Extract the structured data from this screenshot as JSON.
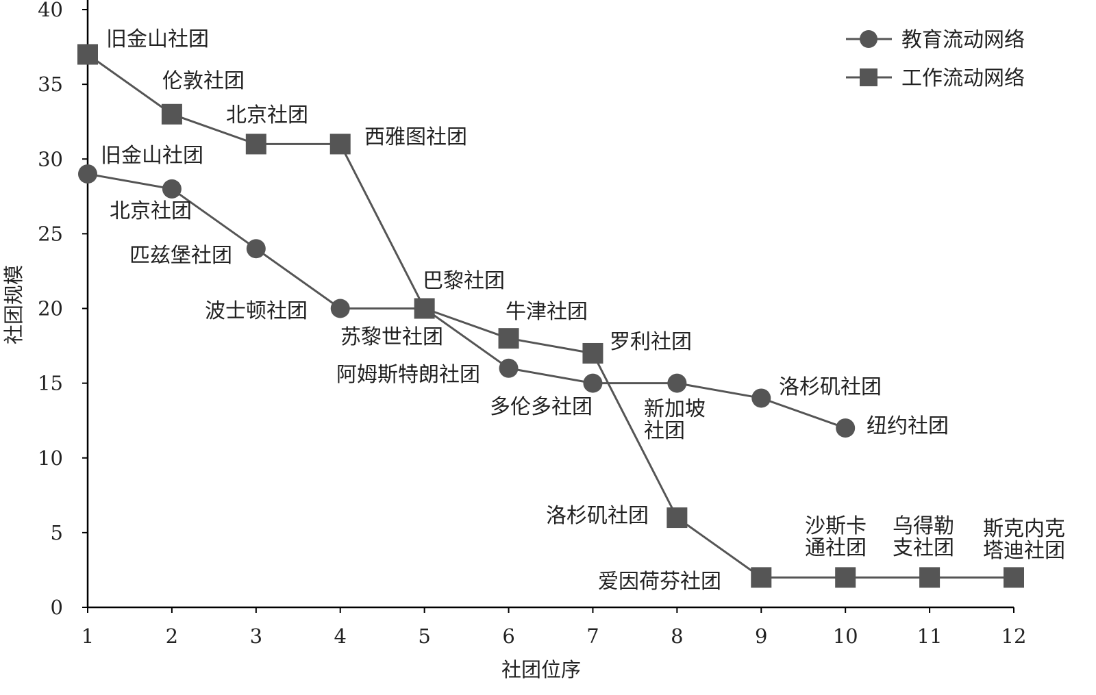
{
  "chart_data": {
    "type": "line",
    "title": "",
    "xlabel": "社团位序",
    "ylabel": "社团规模",
    "xlim": [
      1,
      12
    ],
    "ylim": [
      0,
      40
    ],
    "x_ticks": [
      1,
      2,
      3,
      4,
      5,
      6,
      7,
      8,
      9,
      10,
      11,
      12
    ],
    "y_ticks": [
      0,
      5,
      10,
      15,
      20,
      25,
      30,
      35,
      40
    ],
    "grid": false,
    "legend_position": "top-right",
    "colors": {
      "series": "#555555",
      "axis": "#000000"
    },
    "series": [
      {
        "name": "教育流动网络",
        "marker": "circle",
        "x": [
          1,
          2,
          3,
          4,
          5,
          6,
          7,
          8,
          9,
          10
        ],
        "values": [
          29,
          28,
          24,
          20,
          20,
          16,
          15,
          15,
          14,
          12
        ],
        "labels": [
          "旧金山社团",
          "北京社团",
          "匹兹堡社团",
          "波士顿社团",
          "苏黎世社团",
          "阿姆斯特朗社团",
          "多伦多社团",
          "新加坡\n社团",
          "洛杉矶社团",
          "纽约社团"
        ]
      },
      {
        "name": "工作流动网络",
        "marker": "square",
        "x": [
          1,
          2,
          3,
          4,
          5,
          6,
          7,
          8,
          9,
          10,
          11,
          12
        ],
        "values": [
          37,
          33,
          31,
          31,
          20,
          18,
          17,
          6,
          2,
          2,
          2,
          2
        ],
        "labels": [
          "旧金山社团",
          "伦敦社团",
          "北京社团",
          "西雅图社团",
          "巴黎社团",
          "牛津社团",
          "罗利社团",
          "洛杉矶社团",
          "爱因荷芬社团",
          "沙斯卡\n通社团",
          "乌得勒\n支社团",
          "斯克内克\n塔迪社团"
        ]
      }
    ]
  }
}
